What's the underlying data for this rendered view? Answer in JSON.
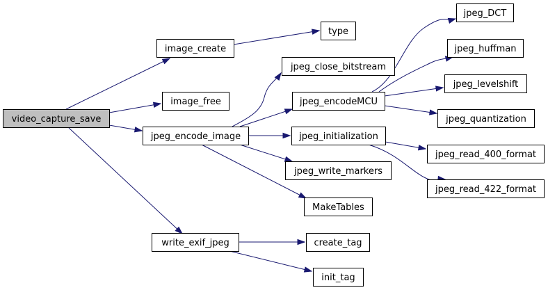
{
  "graph": {
    "nodes": [
      {
        "id": "video_capture_save",
        "label": "video_capture_save"
      },
      {
        "id": "image_create",
        "label": "image_create"
      },
      {
        "id": "image_free",
        "label": "image_free"
      },
      {
        "id": "jpeg_encode_image",
        "label": "jpeg_encode_image"
      },
      {
        "id": "write_exif_jpeg",
        "label": "write_exif_jpeg"
      },
      {
        "id": "type",
        "label": "type"
      },
      {
        "id": "jpeg_close_bitstream",
        "label": "jpeg_close_bitstream"
      },
      {
        "id": "jpeg_encodeMCU",
        "label": "jpeg_encodeMCU"
      },
      {
        "id": "jpeg_initialization",
        "label": "jpeg_initialization"
      },
      {
        "id": "jpeg_write_markers",
        "label": "jpeg_write_markers"
      },
      {
        "id": "MakeTables",
        "label": "MakeTables"
      },
      {
        "id": "create_tag",
        "label": "create_tag"
      },
      {
        "id": "init_tag",
        "label": "init_tag"
      },
      {
        "id": "jpeg_DCT",
        "label": "jpeg_DCT"
      },
      {
        "id": "jpeg_huffman",
        "label": "jpeg_huffman"
      },
      {
        "id": "jpeg_levelshift",
        "label": "jpeg_levelshift"
      },
      {
        "id": "jpeg_quantization",
        "label": "jpeg_quantization"
      },
      {
        "id": "jpeg_read_400_format",
        "label": "jpeg_read_400_format"
      },
      {
        "id": "jpeg_read_422_format",
        "label": "jpeg_read_422_format"
      }
    ],
    "edges": [
      {
        "from": "video_capture_save",
        "to": "image_create"
      },
      {
        "from": "video_capture_save",
        "to": "image_free"
      },
      {
        "from": "video_capture_save",
        "to": "jpeg_encode_image"
      },
      {
        "from": "video_capture_save",
        "to": "write_exif_jpeg"
      },
      {
        "from": "image_create",
        "to": "type"
      },
      {
        "from": "jpeg_encode_image",
        "to": "jpeg_close_bitstream"
      },
      {
        "from": "jpeg_encode_image",
        "to": "jpeg_encodeMCU"
      },
      {
        "from": "jpeg_encode_image",
        "to": "jpeg_initialization"
      },
      {
        "from": "jpeg_encode_image",
        "to": "jpeg_write_markers"
      },
      {
        "from": "jpeg_encode_image",
        "to": "MakeTables"
      },
      {
        "from": "jpeg_encodeMCU",
        "to": "jpeg_DCT"
      },
      {
        "from": "jpeg_encodeMCU",
        "to": "jpeg_huffman"
      },
      {
        "from": "jpeg_encodeMCU",
        "to": "jpeg_levelshift"
      },
      {
        "from": "jpeg_encodeMCU",
        "to": "jpeg_quantization"
      },
      {
        "from": "jpeg_initialization",
        "to": "jpeg_read_400_format"
      },
      {
        "from": "jpeg_initialization",
        "to": "jpeg_read_422_format"
      },
      {
        "from": "write_exif_jpeg",
        "to": "create_tag"
      },
      {
        "from": "write_exif_jpeg",
        "to": "init_tag"
      }
    ]
  }
}
